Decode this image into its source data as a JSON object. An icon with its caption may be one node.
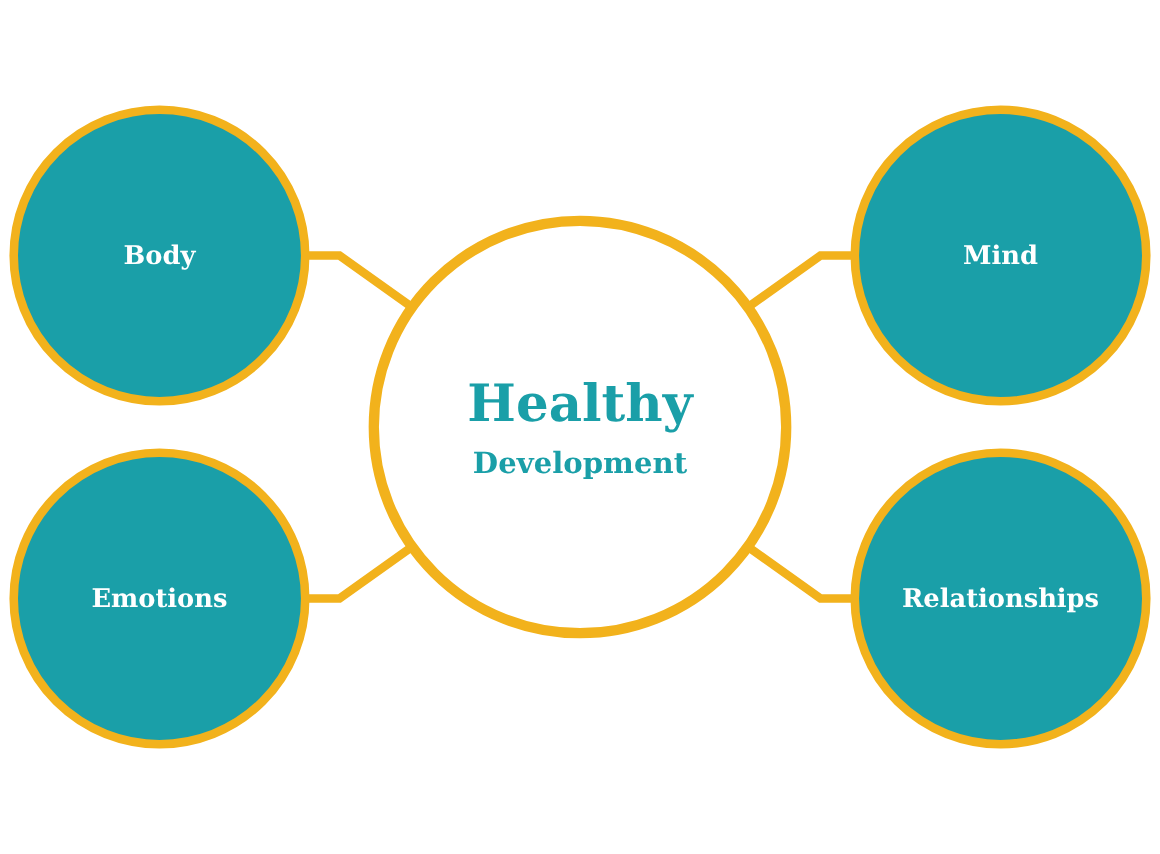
{
  "diagram": {
    "nodes": [
      {
        "text": [
          "Body"
        ]
      },
      {
        "text": [
          "Mind"
        ]
      },
      {
        "text": [
          "Healthy",
          "Development"
        ]
      },
      {
        "text": [
          "Emotions"
        ]
      },
      {
        "text": [
          "Relationships"
        ]
      }
    ],
    "edges": [
      {
        "from": 0,
        "to": 2,
        "arrow": "none"
      },
      {
        "from": 2,
        "to": 1,
        "arrow": "none"
      },
      {
        "from": 3,
        "to": 2,
        "arrow": "none"
      },
      {
        "from": 2,
        "to": 4,
        "arrow": "none"
      }
    ]
  }
}
